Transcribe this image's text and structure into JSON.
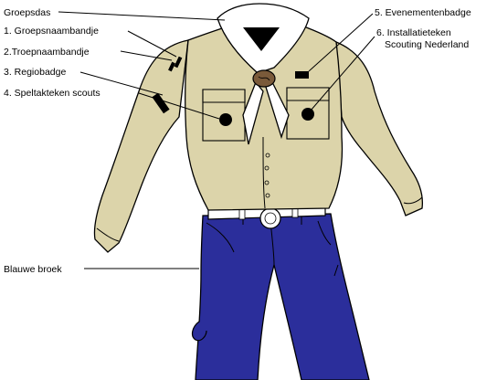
{
  "labels": {
    "groepsdas": "Groepsdas",
    "groepsnaambandje": "1. Groepsnaambandje",
    "troepnaambandje": "2.Troepnaambandje",
    "regiobadge": "3. Regiobadge",
    "speltakteken": "4. Speltakteken scouts",
    "evenementenbadge": "5. Evenementenbadge",
    "installatieteken_line1": "6. Installatieteken",
    "installatieteken_line2": "Scouting Nederland",
    "blauwe_broek": "Blauwe broek"
  },
  "colors": {
    "shirt": "#dcd4aa",
    "trousers": "#2b2e9b",
    "scarf": "#ffffff",
    "woggle": "#7a5a3a",
    "belt": "#ffffff",
    "badge": "#000000",
    "outline": "#000000"
  }
}
